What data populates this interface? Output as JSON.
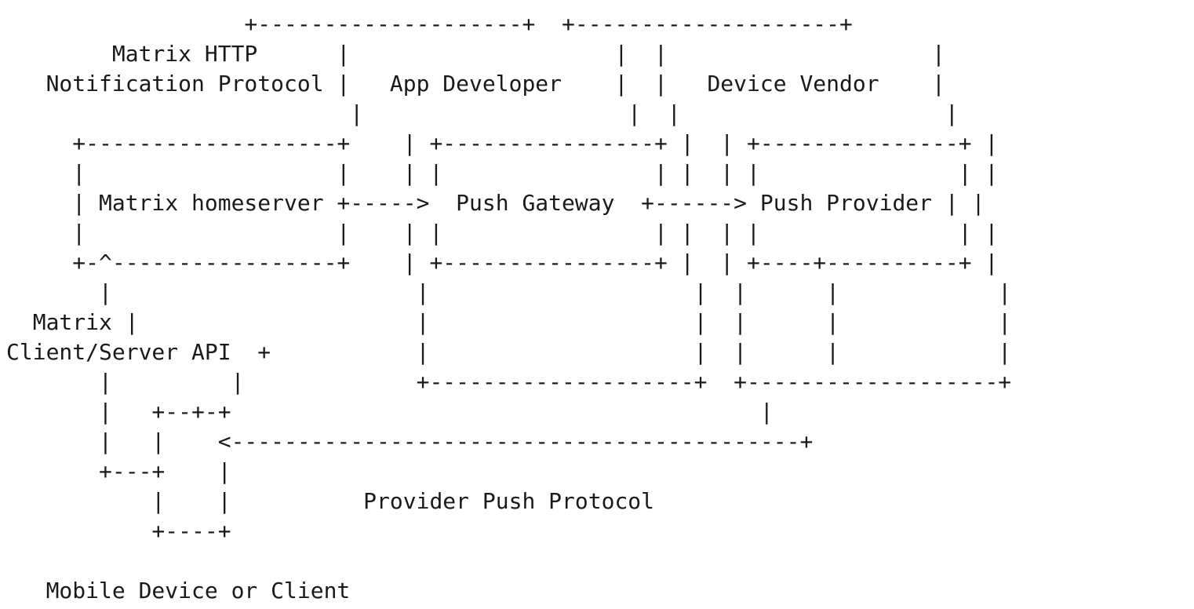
{
  "diagram": {
    "lines": [
      "                  +--------------------+  +--------------------+",
      "        Matrix HTTP      |                    |  |                    |",
      "   Notification Protocol |   App Developer    |  |   Device Vendor    |",
      "                          |                    |  |                    |",
      "     +-------------------+    | +----------------+ |  | +---------------+ |",
      "     |                   |    | |                | |  | |               | |",
      "     | Matrix homeserver +----->  Push Gateway  +------> Push Provider | |",
      "     |                   |    | |                | |  | |               | |",
      "     +-^-----------------+    | +----------------+ |  | +----+----------+ |",
      "       |                       |                    |  |      |            |",
      "  Matrix |                     |                    |  |      |            |",
      "Client/Server API  +           |                    |  |      |            |",
      "       |         |             +--------------------+  +-------------------+",
      "       |   +--+-+                                        |",
      "       |   |    <-------------------------------------------+",
      "       +---+    |",
      "           |    |          Provider Push Protocol",
      "           +----+",
      "",
      "   Mobile Device or Client"
    ]
  }
}
